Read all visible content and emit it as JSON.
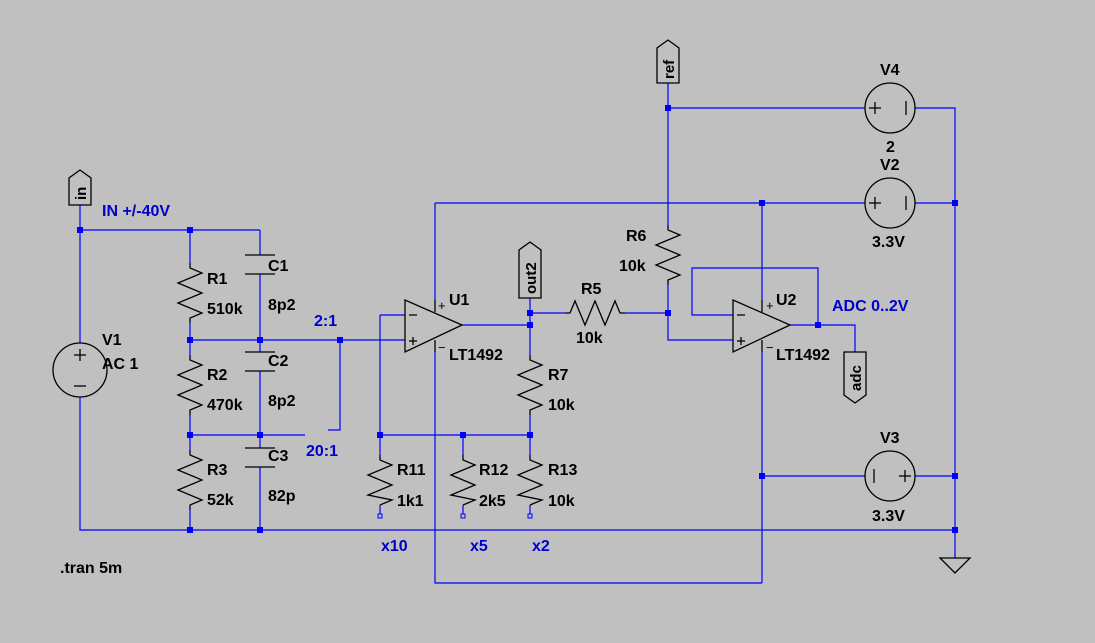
{
  "components": {
    "v1": {
      "name": "V1",
      "value": "AC 1"
    },
    "v2": {
      "name": "V2",
      "value": "3.3V"
    },
    "v3": {
      "name": "V3",
      "value": "3.3V"
    },
    "v4": {
      "name": "V4",
      "value": "2"
    },
    "r1": {
      "name": "R1",
      "value": "510k"
    },
    "r2": {
      "name": "R2",
      "value": "470k"
    },
    "r3": {
      "name": "R3",
      "value": "52k"
    },
    "r5": {
      "name": "R5",
      "value": "10k"
    },
    "r6": {
      "name": "R6",
      "value": "10k"
    },
    "r7": {
      "name": "R7",
      "value": "10k"
    },
    "r11": {
      "name": "R11",
      "value": "1k1"
    },
    "r12": {
      "name": "R12",
      "value": "2k5"
    },
    "r13": {
      "name": "R13",
      "value": "10k"
    },
    "c1": {
      "name": "C1",
      "value": "8p2"
    },
    "c2": {
      "name": "C2",
      "value": "8p2"
    },
    "c3": {
      "name": "C3",
      "value": "82p"
    },
    "u1": {
      "name": "U1",
      "value": "LT1492"
    },
    "u2": {
      "name": "U2",
      "value": "LT1492"
    }
  },
  "net_labels": {
    "in_range": "IN +/-40V",
    "tap_2to1": "2:1",
    "tap_20to1": "20:1",
    "adc_range": "ADC 0..2V",
    "gain_x10": "x10",
    "gain_x5": "x5",
    "gain_x2": "x2"
  },
  "ports": {
    "in": "in",
    "out2": "out2",
    "ref": "ref",
    "adc": "adc"
  },
  "directive": ".tran 5m",
  "colors": {
    "background": "#c0c0c0",
    "wire": "#0000ff",
    "symbol": "#000000",
    "net_label": "#0000cc"
  }
}
